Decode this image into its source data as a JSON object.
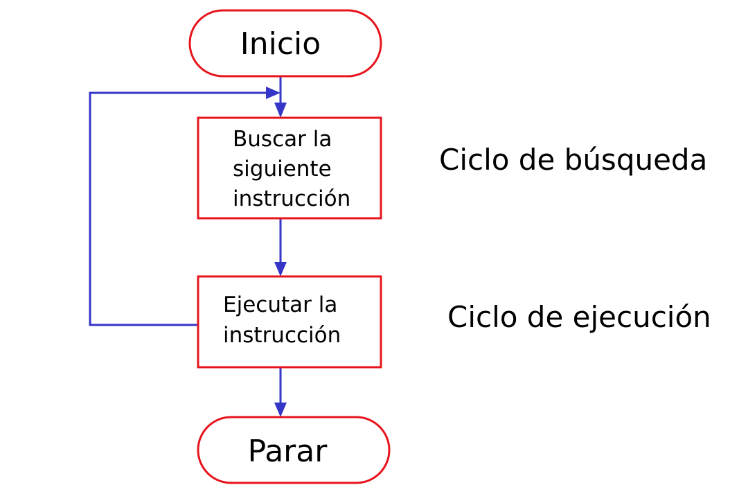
{
  "diagram": {
    "type": "flowchart",
    "colors": {
      "node_border": "#e8141c",
      "connector": "#3535c8",
      "text": "#000000",
      "background": "#ffffff"
    },
    "nodes": {
      "start": {
        "label": "Inicio",
        "shape": "terminal"
      },
      "fetch": {
        "shape": "process",
        "lines": [
          "Buscar la",
          "siguiente",
          "instrucción"
        ]
      },
      "execute": {
        "shape": "process",
        "lines": [
          "Ejecutar la",
          "instrucción"
        ]
      },
      "stop": {
        "label": "Parar",
        "shape": "terminal"
      }
    },
    "phases": {
      "fetch": "Ciclo de búsqueda",
      "execute": "Ciclo de ejecución"
    },
    "edges": [
      {
        "from": "start",
        "to": "fetch"
      },
      {
        "from": "fetch",
        "to": "execute"
      },
      {
        "from": "execute",
        "to": "fetch",
        "kind": "loop-back"
      },
      {
        "from": "execute",
        "to": "stop"
      }
    ]
  }
}
